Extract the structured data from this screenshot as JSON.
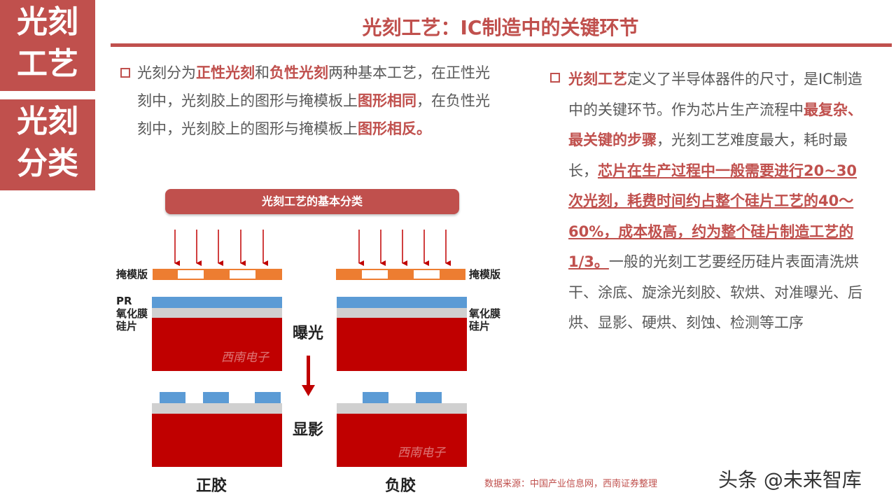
{
  "side_tags": {
    "tag1": {
      "line1": "光刻",
      "line2": "工艺"
    },
    "tag2": {
      "line1": "光刻",
      "line2": "分类"
    }
  },
  "title": "光刻工艺：IC制造中的关键环节",
  "left_bullet": {
    "t1": "光刻分为",
    "b1": "正性光刻",
    "t2": "和",
    "b2": "负性光刻",
    "t3": "两种基本工艺，在正性光刻中，光刻胶上的图形与掩模板上",
    "b3": "图形相同",
    "t4": "，在负性光刻中，光刻胶上的图形与掩模板上",
    "b4": "图形相反。"
  },
  "right_bullet": {
    "b1": "光刻工艺",
    "t1": "定义了半导体器件的尺寸，是IC制造中的关键环节。作为芯片生产流程中",
    "b2": "最复杂、最关键的步骤",
    "t2": "，光刻工艺难度最大，耗时最长，",
    "u1": "芯片在生产过程中一般需要进行20~30次光刻，耗费时间约占整个硅片工艺的40～60%，成本极高，约为整个硅片制造工艺的1/3。",
    "t3": "一般的光刻工艺要经历硅片表面清洗烘干、涂底、旋涂光刻胶、软烘、对准曝光、后烘、显影、硬烘、刻蚀、检测等工序"
  },
  "diagram": {
    "header": "光刻工艺的基本分类",
    "mask_label_left": "掩模版",
    "mask_label_right": "掩模版",
    "pr_left": "PR",
    "oxide_left": "氧化膜",
    "wafer_left": "硅片",
    "oxide_right": "氧化膜",
    "wafer_right": "硅片",
    "exposure": "曝光",
    "develop": "显影",
    "positive": "正胶",
    "negative": "负胶",
    "watermark": "西南电子",
    "colors": {
      "mask": "#ed7d31",
      "pr": "#5b9bd5",
      "oxide": "#d0d0d0",
      "wafer": "#c00000",
      "arrow": "#c00000"
    }
  },
  "source": "数据来源：中国产业信息网，西南证券整理",
  "brand": "头条 @未来智库"
}
